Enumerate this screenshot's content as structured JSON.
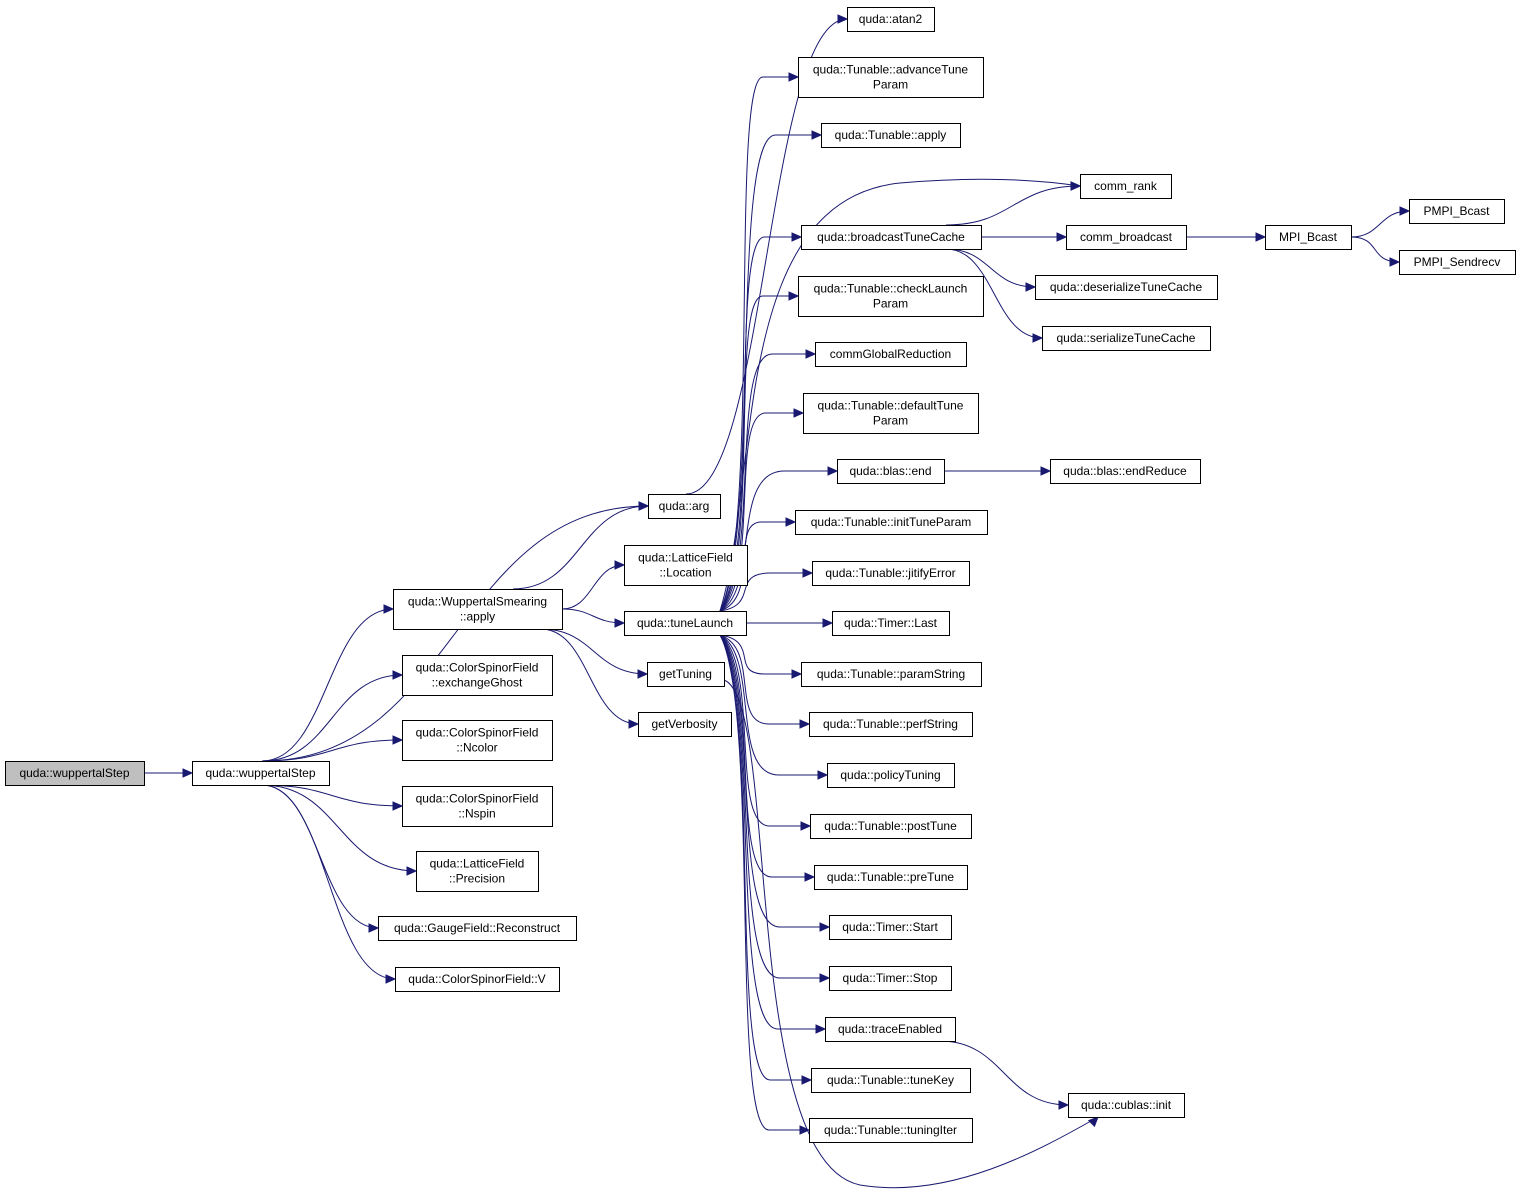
{
  "graph": {
    "nodes": [
      {
        "id": "wuppertalStep_root",
        "lines": [
          "quda::wuppertalStep"
        ]
      },
      {
        "id": "wuppertalStep",
        "lines": [
          "quda::wuppertalStep"
        ]
      },
      {
        "id": "arg",
        "lines": [
          "quda::arg"
        ]
      },
      {
        "id": "ws_apply",
        "lines": [
          "quda::WuppertalSmearing",
          "::apply"
        ]
      },
      {
        "id": "exchangeGhost",
        "lines": [
          "quda::ColorSpinorField",
          "::exchangeGhost"
        ]
      },
      {
        "id": "Ncolor",
        "lines": [
          "quda::ColorSpinorField",
          "::Ncolor"
        ]
      },
      {
        "id": "Nspin",
        "lines": [
          "quda::ColorSpinorField",
          "::Nspin"
        ]
      },
      {
        "id": "Precision",
        "lines": [
          "quda::LatticeField",
          "::Precision"
        ]
      },
      {
        "id": "Reconstruct",
        "lines": [
          "quda::GaugeField::Reconstruct"
        ]
      },
      {
        "id": "V",
        "lines": [
          "quda::ColorSpinorField::V"
        ]
      },
      {
        "id": "Location",
        "lines": [
          "quda::LatticeField",
          "::Location"
        ]
      },
      {
        "id": "tuneLaunch",
        "lines": [
          "quda::tuneLaunch"
        ]
      },
      {
        "id": "getTuning",
        "lines": [
          "getTuning"
        ]
      },
      {
        "id": "getVerbosity",
        "lines": [
          "getVerbosity"
        ]
      },
      {
        "id": "atan2",
        "lines": [
          "quda::atan2"
        ]
      },
      {
        "id": "advanceTuneParam",
        "lines": [
          "quda::Tunable::advanceTune",
          "Param"
        ]
      },
      {
        "id": "t_apply",
        "lines": [
          "quda::Tunable::apply"
        ]
      },
      {
        "id": "comm_rank",
        "lines": [
          "comm_rank"
        ]
      },
      {
        "id": "broadcastTuneCache",
        "lines": [
          "quda::broadcastTuneCache"
        ]
      },
      {
        "id": "checkLaunchParam",
        "lines": [
          "quda::Tunable::checkLaunch",
          "Param"
        ]
      },
      {
        "id": "commGlobalReduction",
        "lines": [
          "commGlobalReduction"
        ]
      },
      {
        "id": "defaultTuneParam",
        "lines": [
          "quda::Tunable::defaultTune",
          "Param"
        ]
      },
      {
        "id": "blas_end",
        "lines": [
          "quda::blas::end"
        ]
      },
      {
        "id": "initTuneParam",
        "lines": [
          "quda::Tunable::initTuneParam"
        ]
      },
      {
        "id": "jitifyError",
        "lines": [
          "quda::Tunable::jitifyError"
        ]
      },
      {
        "id": "timer_last",
        "lines": [
          "quda::Timer::Last"
        ]
      },
      {
        "id": "paramString",
        "lines": [
          "quda::Tunable::paramString"
        ]
      },
      {
        "id": "perfString",
        "lines": [
          "quda::Tunable::perfString"
        ]
      },
      {
        "id": "policyTuning",
        "lines": [
          "quda::policyTuning"
        ]
      },
      {
        "id": "postTune",
        "lines": [
          "quda::Tunable::postTune"
        ]
      },
      {
        "id": "preTune",
        "lines": [
          "quda::Tunable::preTune"
        ]
      },
      {
        "id": "timer_start",
        "lines": [
          "quda::Timer::Start"
        ]
      },
      {
        "id": "timer_stop",
        "lines": [
          "quda::Timer::Stop"
        ]
      },
      {
        "id": "traceEnabled",
        "lines": [
          "quda::traceEnabled"
        ]
      },
      {
        "id": "tuneKey",
        "lines": [
          "quda::Tunable::tuneKey"
        ]
      },
      {
        "id": "tuningIter",
        "lines": [
          "quda::Tunable::tuningIter"
        ]
      },
      {
        "id": "comm_broadcast",
        "lines": [
          "comm_broadcast"
        ]
      },
      {
        "id": "deserializeTuneCache",
        "lines": [
          "quda::deserializeTuneCache"
        ]
      },
      {
        "id": "serializeTuneCache",
        "lines": [
          "quda::serializeTuneCache"
        ]
      },
      {
        "id": "endReduce",
        "lines": [
          "quda::blas::endReduce"
        ]
      },
      {
        "id": "cublas_init",
        "lines": [
          "quda::cublas::init"
        ]
      },
      {
        "id": "MPI_Bcast",
        "lines": [
          "MPI_Bcast"
        ]
      },
      {
        "id": "PMPI_Bcast",
        "lines": [
          "PMPI_Bcast"
        ]
      },
      {
        "id": "PMPI_Sendrecv",
        "lines": [
          "PMPI_Sendrecv"
        ]
      }
    ],
    "edges": [
      [
        "wuppertalStep_root",
        "wuppertalStep"
      ],
      [
        "wuppertalStep",
        "arg"
      ],
      [
        "wuppertalStep",
        "ws_apply"
      ],
      [
        "wuppertalStep",
        "exchangeGhost"
      ],
      [
        "wuppertalStep",
        "Ncolor"
      ],
      [
        "wuppertalStep",
        "Nspin"
      ],
      [
        "wuppertalStep",
        "Precision"
      ],
      [
        "wuppertalStep",
        "Reconstruct"
      ],
      [
        "wuppertalStep",
        "V"
      ],
      [
        "ws_apply",
        "arg"
      ],
      [
        "ws_apply",
        "Location"
      ],
      [
        "ws_apply",
        "tuneLaunch"
      ],
      [
        "ws_apply",
        "getTuning"
      ],
      [
        "ws_apply",
        "getVerbosity"
      ],
      [
        "arg",
        "atan2"
      ],
      [
        "tuneLaunch",
        "advanceTuneParam"
      ],
      [
        "tuneLaunch",
        "t_apply"
      ],
      [
        "tuneLaunch",
        "comm_rank"
      ],
      [
        "tuneLaunch",
        "broadcastTuneCache"
      ],
      [
        "tuneLaunch",
        "checkLaunchParam"
      ],
      [
        "tuneLaunch",
        "commGlobalReduction"
      ],
      [
        "tuneLaunch",
        "defaultTuneParam"
      ],
      [
        "tuneLaunch",
        "blas_end"
      ],
      [
        "tuneLaunch",
        "initTuneParam"
      ],
      [
        "tuneLaunch",
        "jitifyError"
      ],
      [
        "tuneLaunch",
        "timer_last"
      ],
      [
        "tuneLaunch",
        "paramString"
      ],
      [
        "tuneLaunch",
        "perfString"
      ],
      [
        "tuneLaunch",
        "policyTuning"
      ],
      [
        "tuneLaunch",
        "postTune"
      ],
      [
        "tuneLaunch",
        "preTune"
      ],
      [
        "tuneLaunch",
        "timer_start"
      ],
      [
        "tuneLaunch",
        "timer_stop"
      ],
      [
        "tuneLaunch",
        "traceEnabled"
      ],
      [
        "tuneLaunch",
        "tuneKey"
      ],
      [
        "tuneLaunch",
        "tuningIter"
      ],
      [
        "broadcastTuneCache",
        "comm_rank"
      ],
      [
        "broadcastTuneCache",
        "comm_broadcast"
      ],
      [
        "broadcastTuneCache",
        "deserializeTuneCache"
      ],
      [
        "broadcastTuneCache",
        "serializeTuneCache"
      ],
      [
        "comm_broadcast",
        "MPI_Bcast"
      ],
      [
        "MPI_Bcast",
        "PMPI_Bcast"
      ],
      [
        "MPI_Bcast",
        "PMPI_Sendrecv"
      ],
      [
        "blas_end",
        "endReduce"
      ],
      [
        "traceEnabled",
        "cublas_init"
      ],
      [
        "getTuning",
        "cublas_init"
      ]
    ],
    "colors": {
      "edge": "#191970",
      "node_border": "#000000",
      "node_fill": "#ffffff",
      "root_fill": "#bfbfbf"
    }
  }
}
